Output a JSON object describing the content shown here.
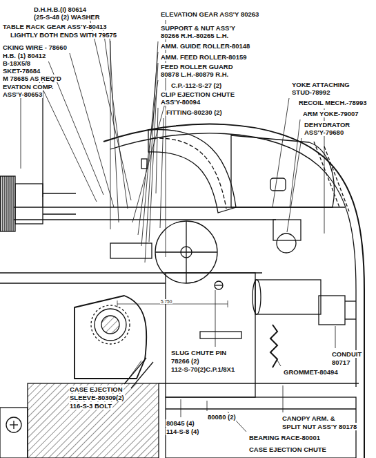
{
  "diagram": {
    "labels": [
      "D.H.H.B.(I) 80614",
      "(25-S-48 (2) WASHER",
      "TABLE RACK GEAR ASS'Y-80413",
      "LIGHTLY BOTH ENDS WITH 79575",
      "CKING WIRE - 78660",
      "H.B. (1) 80412",
      "B-18X5/8",
      "SKET-78684",
      "M 78685 AS REQ'D",
      "EVATION COMP.",
      "ASS'Y-80653",
      "ELEVATION GEAR ASS'Y 80263",
      "SUPPORT & NUT ASS'Y",
      "80266 R.H.-80265 L.H.",
      "AMM. GUIDE ROLLER-80148",
      "AMM. FEED ROLLER-80159",
      "FEED ROLLER GUARD",
      "80878 L.H.-80879 R.H.",
      "C.P.-112-S-27 (2)",
      "CLIP EJECTION CHUTE",
      "ASS'Y-80094",
      "FITTING-80230 (2)",
      "YOKE ATTACHING",
      "STUD-78992",
      "RECOIL MECH.-78993",
      "ARM YOKE-79007",
      "DEHYDRATOR",
      "ASS'Y-79680",
      "SLUG CHUTE PIN",
      "78266 (2)",
      "112-S-70(2)C.P.1/8X1",
      "CONDUIT",
      "80717",
      "GROMMET-80494",
      "CASE EJECTION",
      "SLEEVE-80309(2)",
      "116-S-3 BOLT",
      "80080 (2)",
      "80845 (4)",
      "114-S-8 (4)",
      "CANOPY ARM. &",
      "SPLIT NUT ASS'Y 80178",
      "BEARING RACE-80001",
      "CASE EJECTION CHUTE",
      "5.750"
    ]
  }
}
